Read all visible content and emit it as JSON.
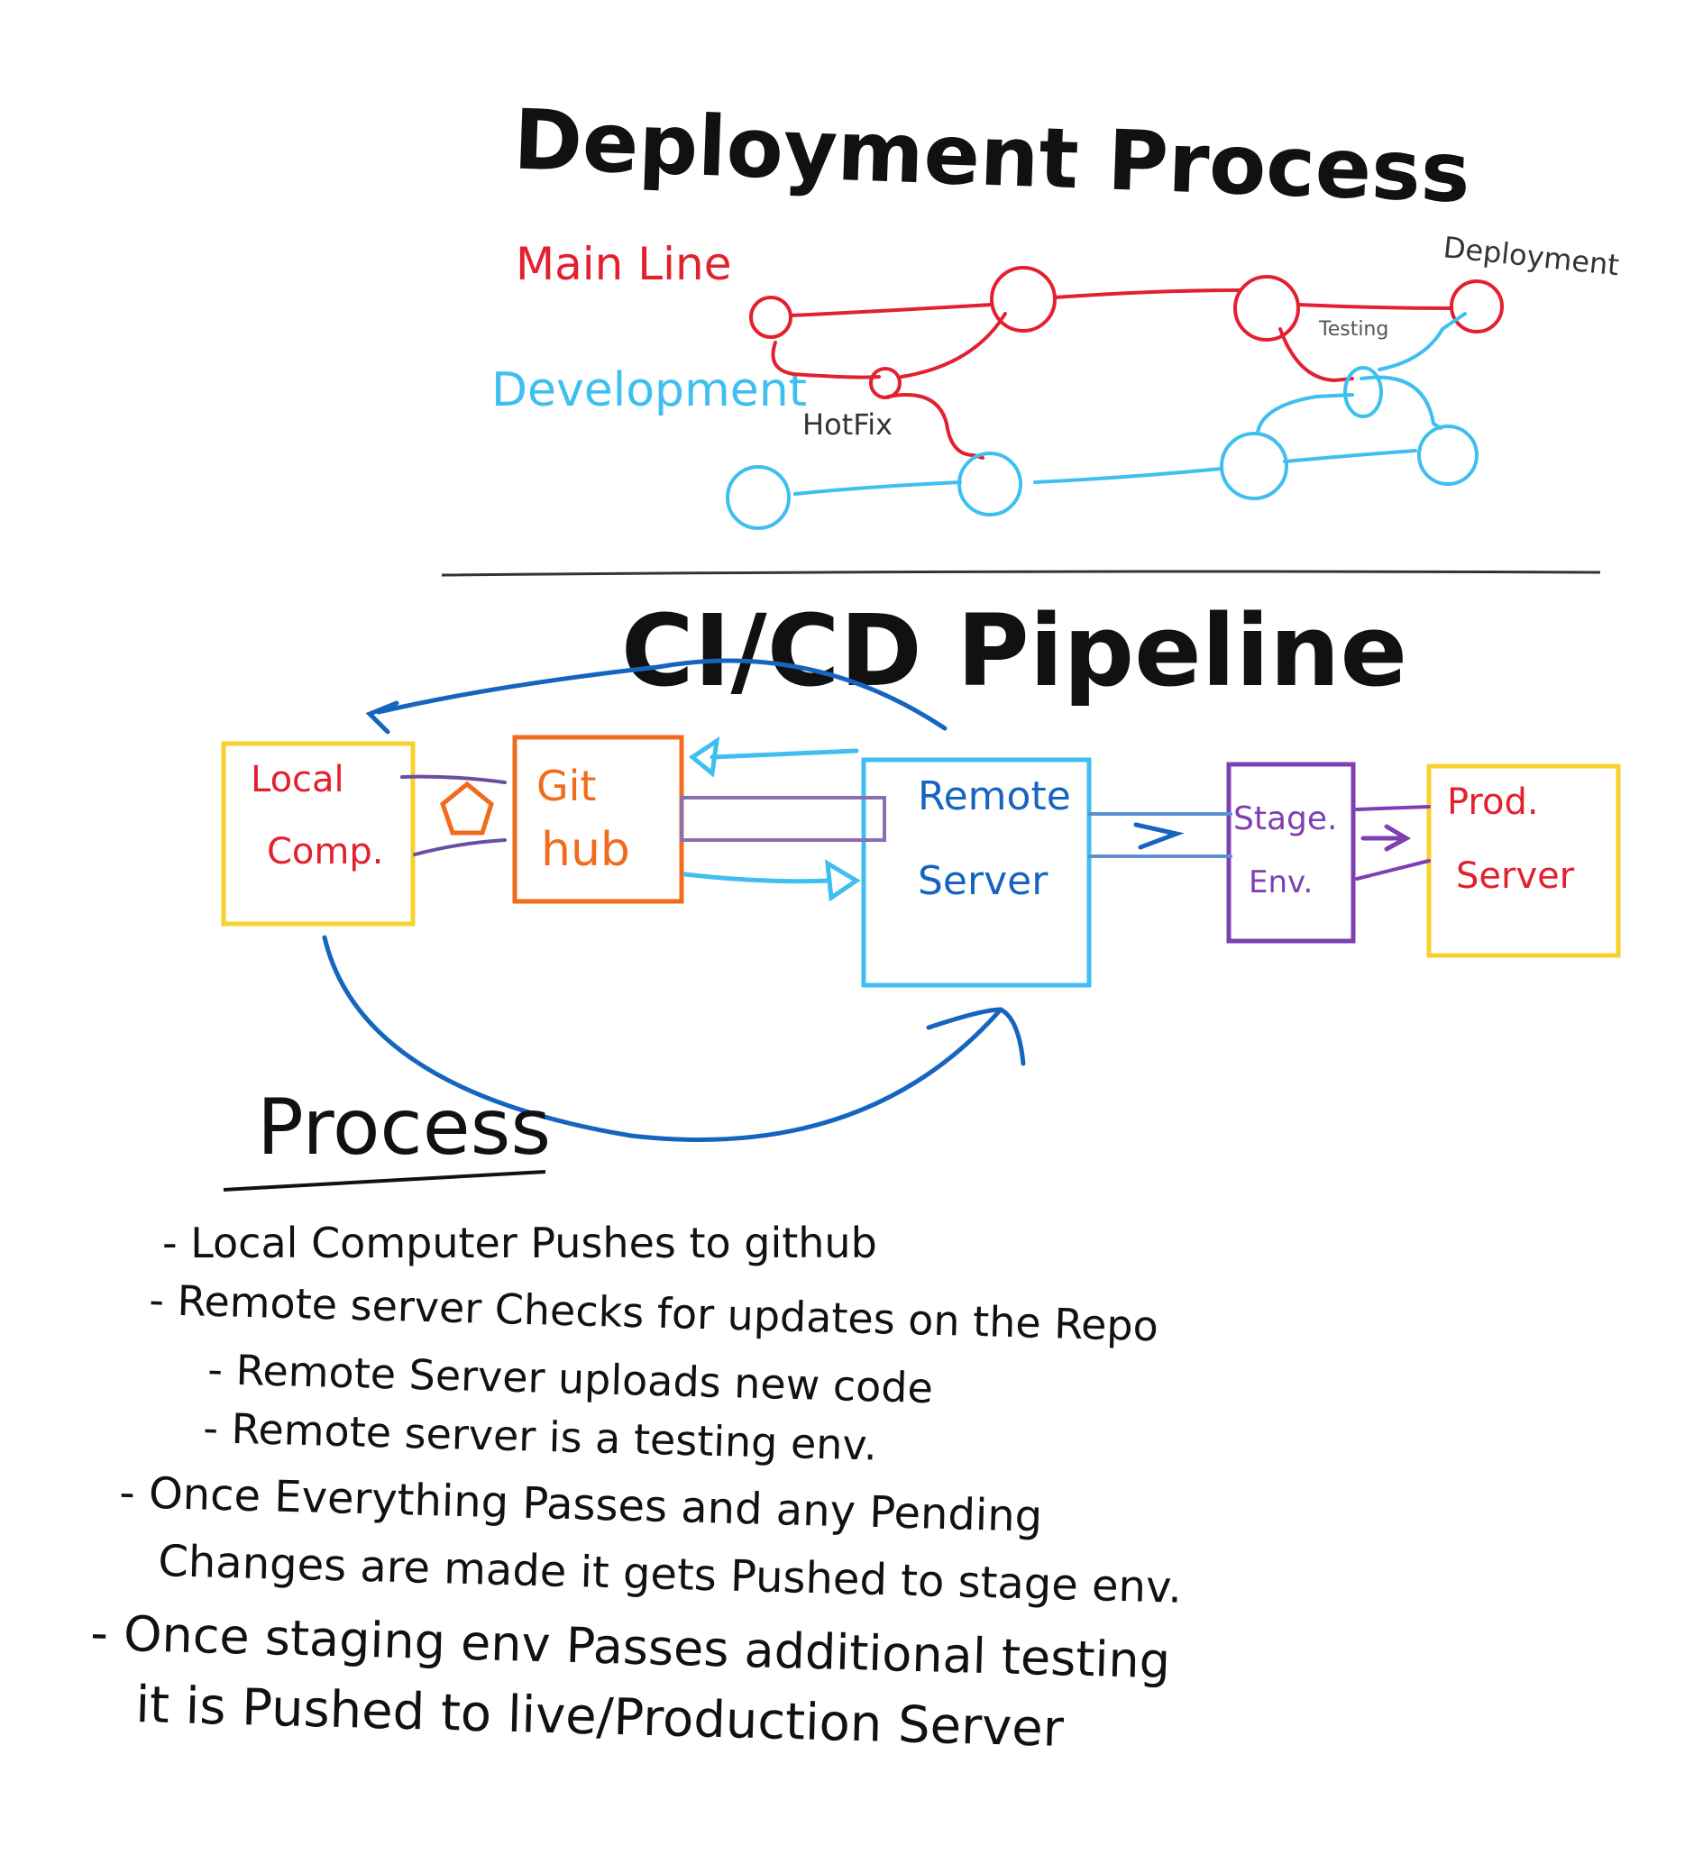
{
  "title_deployment": "Deployment Process",
  "legend": {
    "main_line": "Main Line",
    "development": "Development"
  },
  "labels": {
    "hotfix": "HotFix",
    "testing": "Testing",
    "deployment": "Deployment"
  },
  "title_pipeline": "CI/CD Pipeline",
  "boxes": {
    "local": [
      "Local",
      "Comp."
    ],
    "github": [
      "Git",
      "hub"
    ],
    "remote": [
      "Remote",
      "Server"
    ],
    "stage": [
      "Stage.",
      "Env."
    ],
    "prod": [
      "Prod.",
      "Server"
    ]
  },
  "process": {
    "heading": "Process",
    "lines": [
      "- Local Computer Pushes to github",
      "- Remote server Checks for updates on the Repo",
      "- Remote Server uploads new code",
      "- Remote server is a testing env.",
      "- Once Everything Passes and any Pending",
      "Changes are made it gets Pushed to stage env.",
      "- Once staging env Passes additional testing",
      "it is Pushed to live/Production Server"
    ]
  },
  "colors": {
    "ink": "#111111",
    "red": "#e3202e",
    "cyan": "#3fbfef",
    "blue": "#1565c0",
    "orange": "#f26b1d",
    "yellow": "#f7d12e",
    "purple": "#7e3fb5"
  }
}
